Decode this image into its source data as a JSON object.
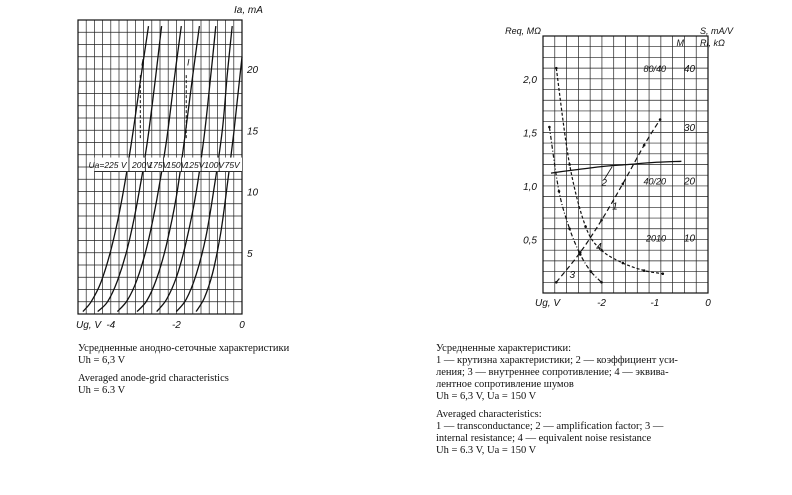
{
  "chart_data": [
    {
      "type": "line",
      "title": "",
      "xlabel": "Ug, V",
      "ylabel": "Ia, mA",
      "xlim": [
        -5,
        0
      ],
      "ylim": [
        0,
        24
      ],
      "x_ticks": [
        "-4",
        "-2",
        "0"
      ],
      "y_ticks": [
        "5",
        "10",
        "15",
        "20"
      ],
      "grid": true,
      "legend": "none",
      "curve_labels": [
        "Ua=225 V",
        "200V",
        "175V",
        "150V",
        "125V",
        "100V",
        "75V"
      ],
      "marker_labels": [
        "I",
        "I"
      ],
      "series": [
        {
          "name": "Ua=225 V",
          "x": [
            -4.85,
            -4.6,
            -4.3,
            -4.0,
            -3.7,
            -3.4,
            -3.1,
            -2.85
          ],
          "y": [
            0.2,
            1.0,
            2.6,
            5.2,
            8.8,
            13.5,
            19.0,
            23.5
          ]
        },
        {
          "name": "200V",
          "x": [
            -4.4,
            -4.1,
            -3.8,
            -3.5,
            -3.2,
            -2.9,
            -2.65,
            -2.45
          ],
          "y": [
            0.2,
            1.0,
            2.7,
            5.3,
            9.0,
            13.8,
            19.0,
            23.5
          ]
        },
        {
          "name": "175V",
          "x": [
            -3.8,
            -3.5,
            -3.2,
            -2.9,
            -2.6,
            -2.3,
            -2.05,
            -1.85
          ],
          "y": [
            0.2,
            1.1,
            2.8,
            5.5,
            9.3,
            14.2,
            19.5,
            23.5
          ]
        },
        {
          "name": "150V",
          "x": [
            -3.2,
            -2.9,
            -2.6,
            -2.3,
            -2.0,
            -1.75,
            -1.5,
            -1.3
          ],
          "y": [
            0.2,
            1.1,
            2.9,
            5.7,
            9.6,
            14.3,
            19.5,
            23.5
          ]
        },
        {
          "name": "125V",
          "x": [
            -2.6,
            -2.3,
            -2.0,
            -1.7,
            -1.4,
            -1.15,
            -0.95,
            -0.8
          ],
          "y": [
            0.2,
            1.2,
            3.0,
            5.9,
            9.9,
            14.6,
            19.5,
            23.5
          ]
        },
        {
          "name": "100V",
          "x": [
            -2.0,
            -1.7,
            -1.4,
            -1.1,
            -0.85,
            -0.6,
            -0.45,
            -0.3
          ],
          "y": [
            0.2,
            1.2,
            3.2,
            6.3,
            10.3,
            15.0,
            19.5,
            23.5
          ]
        },
        {
          "name": "75V",
          "x": [
            -1.4,
            -1.15,
            -0.9,
            -0.65,
            -0.45,
            -0.25,
            -0.1,
            0.0
          ],
          "y": [
            0.2,
            1.3,
            3.3,
            6.6,
            10.5,
            14.8,
            18.5,
            21.0
          ]
        }
      ]
    },
    {
      "type": "line",
      "title": "",
      "xlabel": "Ug, V",
      "ylabel_left": "Req, MΩ",
      "ylabel_right": "S, mA/V",
      "ylabel_right2": "Ri, kΩ",
      "ylabel_right3": "M",
      "xlim": [
        -3.1,
        0
      ],
      "ylim": [
        0,
        2.4
      ],
      "x_ticks": [
        "-2",
        "-1",
        "0"
      ],
      "y_ticks_left": [
        "0,5",
        "1,0",
        "1,5",
        "2,0"
      ],
      "y_ticks_right": [
        "10",
        "20",
        "30",
        "40"
      ],
      "y_ticks_right_combined": [
        "2010",
        "40/20",
        "80/40"
      ],
      "grid": true,
      "legend": "none",
      "curve_labels": [
        "1",
        "2",
        "3",
        "4"
      ],
      "series": [
        {
          "name": "1",
          "x": [
            -2.85,
            -2.4,
            -2.0,
            -1.6,
            -1.2,
            -0.9
          ],
          "y": [
            0.1,
            0.38,
            0.68,
            1.02,
            1.38,
            1.62
          ]
        },
        {
          "name": "2",
          "x": [
            -2.95,
            -2.5,
            -2.0,
            -1.5,
            -1.0,
            -0.5
          ],
          "y": [
            1.12,
            1.15,
            1.18,
            1.2,
            1.22,
            1.23
          ]
        },
        {
          "name": "3",
          "x": [
            -2.98,
            -2.8,
            -2.6,
            -2.4,
            -2.2,
            -2.0
          ],
          "y": [
            1.55,
            0.95,
            0.6,
            0.36,
            0.2,
            0.1
          ]
        },
        {
          "name": "4",
          "x": [
            -2.85,
            -2.6,
            -2.3,
            -2.0,
            -1.6,
            -1.2,
            -0.85
          ],
          "y": [
            2.1,
            1.2,
            0.62,
            0.4,
            0.28,
            0.21,
            0.18
          ]
        }
      ]
    }
  ],
  "captions": {
    "left_ru_1": "Усредненные анодно-сеточные характеристики",
    "left_ru_2": "Uh = 6,3 V",
    "left_en_1": "Averaged anode-grid characteristics",
    "left_en_2": "Uh = 6.3 V",
    "right_ru_1": "Усредненные характеристики:",
    "right_ru_2": "1 — крутизна характеристики; 2 — коэффициент уси-",
    "right_ru_3": "ления; 3 — внутреннее сопротивление; 4 — эквива-",
    "right_ru_4": "лентное сопротивление шумов",
    "right_ru_5": "Uh = 6,3 V, Ua = 150 V",
    "right_en_1": "Averaged characteristics:",
    "right_en_2": "1 — transconductance; 2 — amplification factor; 3 —",
    "right_en_3": "internal resistance; 4 — equivalent noise resistance",
    "right_en_4": "Uh = 6.3 V, Ua = 150 V"
  }
}
